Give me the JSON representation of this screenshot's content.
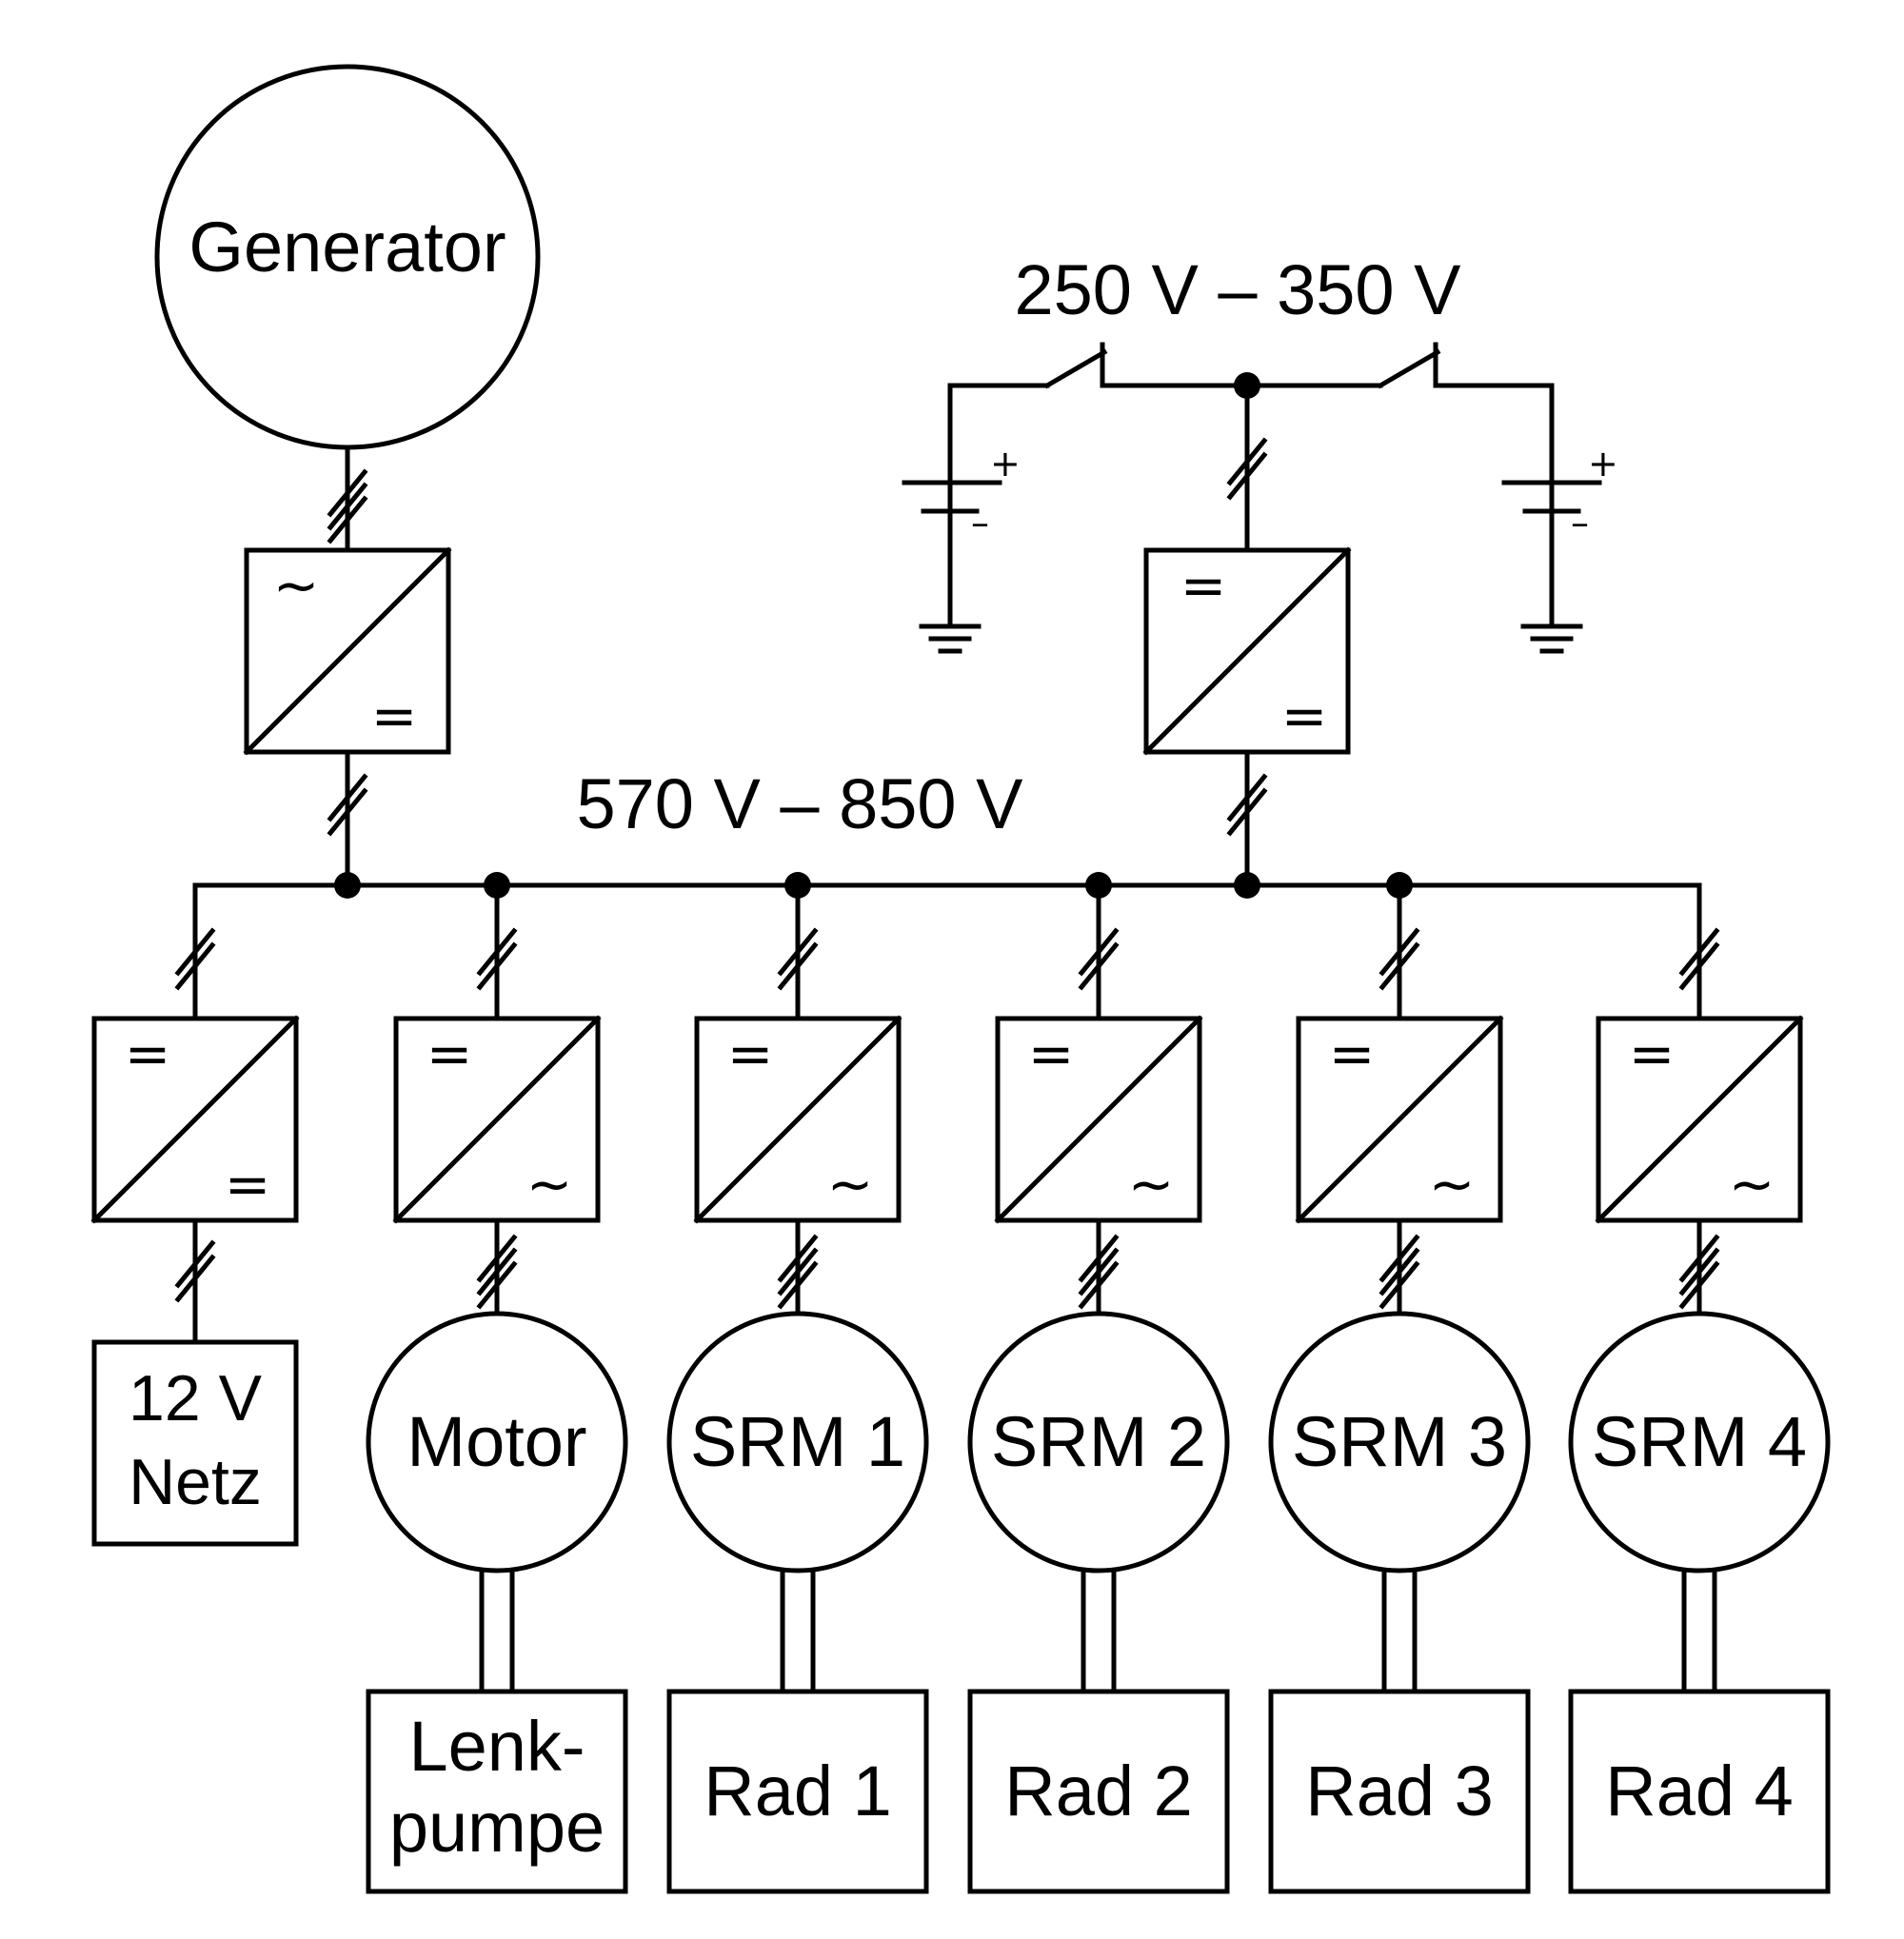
{
  "diagram": {
    "generator": {
      "label": "Generator"
    },
    "input_converter": {
      "in_symbol": "~",
      "out_symbol": "="
    },
    "dcdc_converter": {
      "in_symbol": "=",
      "out_symbol": "="
    },
    "battery_voltage": "250 V – 350 V",
    "battery_left": {
      "plus": "+",
      "minus": "–"
    },
    "battery_right": {
      "plus": "+",
      "minus": "–"
    },
    "bus_voltage": "570 V – 850 V",
    "low_voltage": {
      "converter": {
        "in_symbol": "=",
        "out_symbol": "="
      },
      "label_line1": "12 V",
      "label_line2": "Netz"
    },
    "drives": [
      {
        "converter": {
          "in_symbol": "=",
          "out_symbol": "~"
        },
        "machine": "Motor",
        "load_line1": "Lenk-",
        "load_line2": "pumpe"
      },
      {
        "converter": {
          "in_symbol": "=",
          "out_symbol": "~"
        },
        "machine": "SRM 1",
        "load_line1": "Rad 1",
        "load_line2": ""
      },
      {
        "converter": {
          "in_symbol": "=",
          "out_symbol": "~"
        },
        "machine": "SRM 2",
        "load_line1": "Rad 2",
        "load_line2": ""
      },
      {
        "converter": {
          "in_symbol": "=",
          "out_symbol": "~"
        },
        "machine": "SRM 3",
        "load_line1": "Rad 3",
        "load_line2": ""
      },
      {
        "converter": {
          "in_symbol": "=",
          "out_symbol": "~"
        },
        "machine": "SRM 4",
        "load_line1": "Rad 4",
        "load_line2": ""
      }
    ]
  }
}
